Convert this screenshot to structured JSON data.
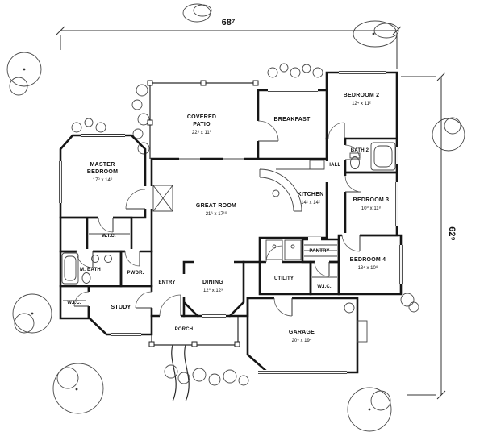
{
  "drawing": {
    "top_dimension": "68⁷",
    "right_dimension": "62⁹"
  },
  "rooms": {
    "master_bedroom": {
      "line1": "MASTER",
      "line2": "BEDROOM",
      "dims": "17⁰ x 14⁰"
    },
    "covered_patio": {
      "line1": "COVERED",
      "line2": "PATIO",
      "dims": "22⁸ x 11⁰"
    },
    "breakfast": {
      "name": "BREAKFAST"
    },
    "bedroom_2": {
      "name": "BEDROOM 2",
      "dims": "12⁴ x 11²"
    },
    "bath_2": {
      "name": "BATH 2"
    },
    "hall": {
      "name": "HALL"
    },
    "great_room": {
      "name": "GREAT ROOM",
      "dims": "21⁶ x 17¹⁰"
    },
    "kitchen": {
      "name": "KITCHEN",
      "dims": "14¹ x 14²"
    },
    "bedroom_3": {
      "name": "BEDROOM 3",
      "dims": "10⁰ x 11⁸"
    },
    "wic_master": {
      "name": "W.I.C."
    },
    "m_bath": {
      "name": "M. BATH"
    },
    "pwdr": {
      "name": "PWDR."
    },
    "wic_hall": {
      "name": "W.I.C."
    },
    "study": {
      "name": "STUDY"
    },
    "entry": {
      "name": "ENTRY"
    },
    "dining": {
      "name": "DINING",
      "dims": "12⁰ x 12³"
    },
    "utility": {
      "name": "UTILITY"
    },
    "pantry": {
      "name": "PANTRY"
    },
    "wic_bedroom_4": {
      "name": "W.I.C."
    },
    "bedroom_4": {
      "name": "BEDROOM 4",
      "dims": "13⁴ x 10⁸"
    },
    "porch": {
      "name": "PORCH"
    },
    "garage": {
      "name": "GARAGE",
      "dims": "20⁴ x 19⁴"
    }
  }
}
